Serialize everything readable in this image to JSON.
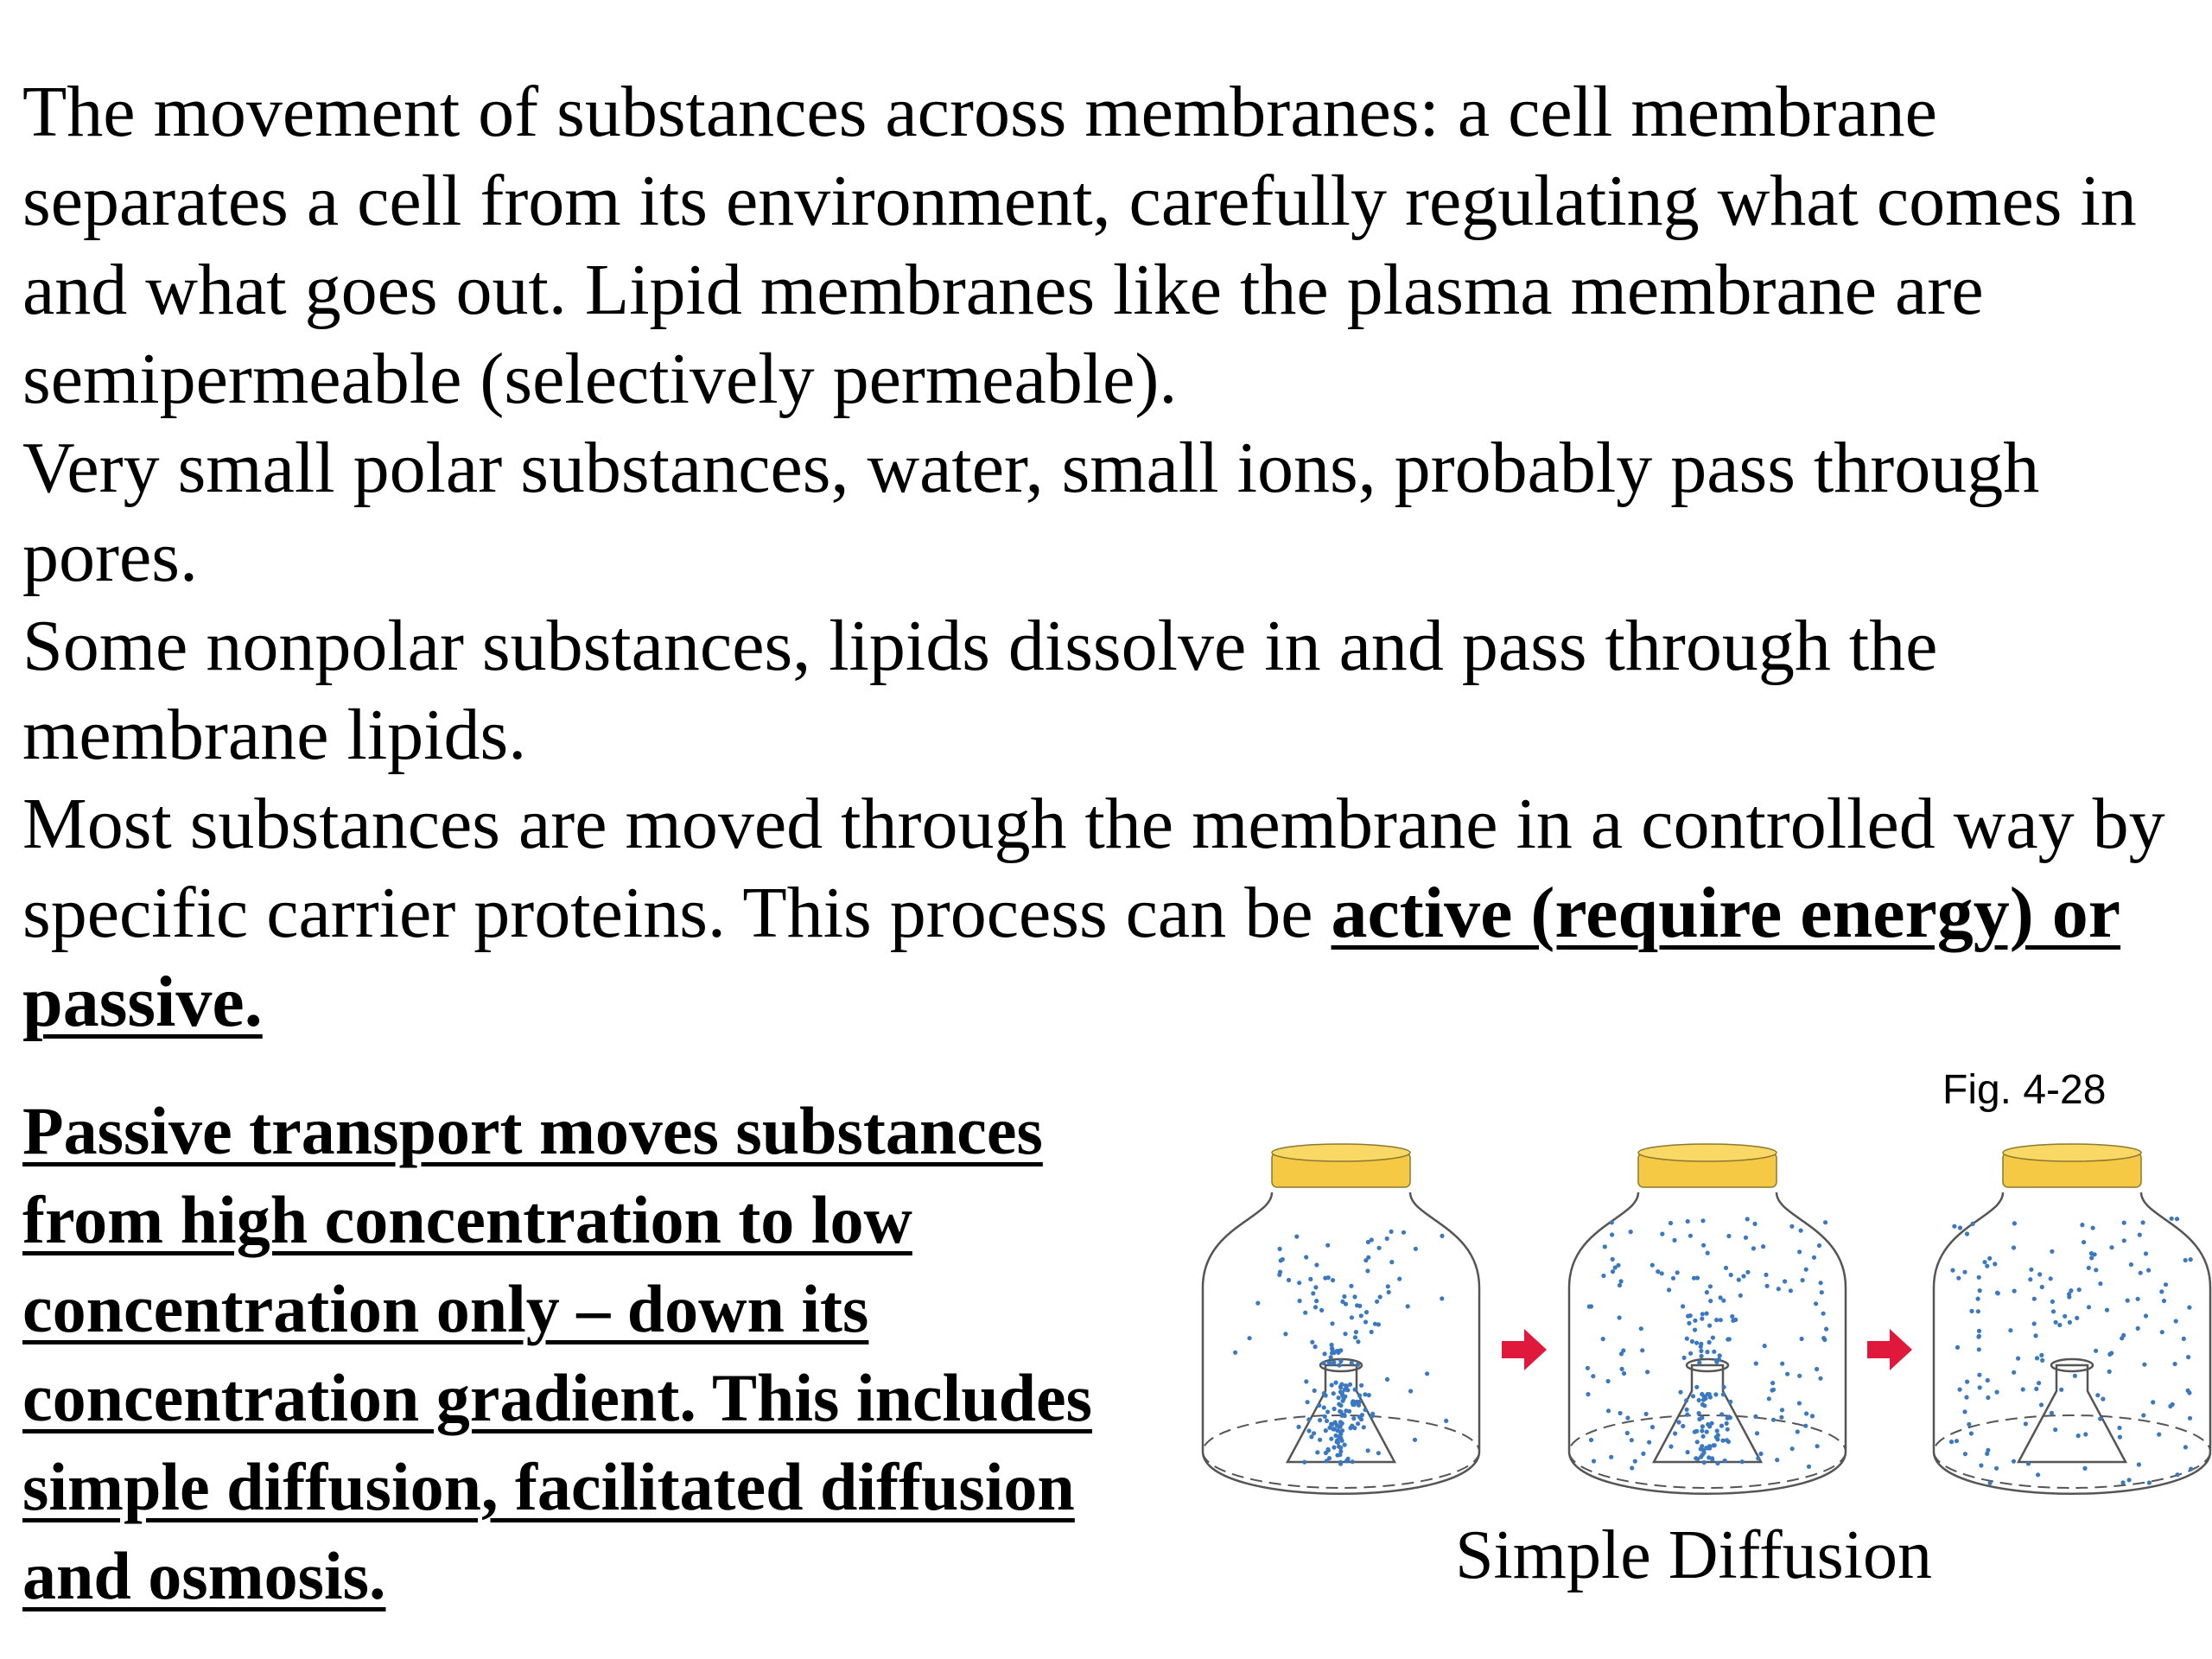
{
  "paragraphs": [
    "The movement of substances across membranes:  a cell membrane separates a cell from its environment, carefully regulating what comes in and what goes out. Lipid membranes like the plasma membrane are semipermeable (selectively permeable).",
    "Very small polar substances, water, small ions, probably pass through pores.",
    "Some nonpolar substances, lipids dissolve in and pass through the membrane lipids."
  ],
  "carrier": {
    "text": "Most substances are moved through the membrane in a controlled way by specific carrier proteins.  This process can be ",
    "emphasis": "active (require energy) or passive."
  },
  "passive_transport": "Passive transport moves substances from high concentration to low concentration only – down its concentration gradient.  This includes simple diffusion, facilitated diffusion and osmosis.",
  "figure": {
    "label": "Fig. 4-28",
    "caption": "Simple Diffusion",
    "colors": {
      "lid": "#f5c944",
      "lid_outline": "#8a7a30",
      "jar_outline": "#555555",
      "particles": "#3a78c2",
      "arrow": "#e0183c"
    }
  }
}
